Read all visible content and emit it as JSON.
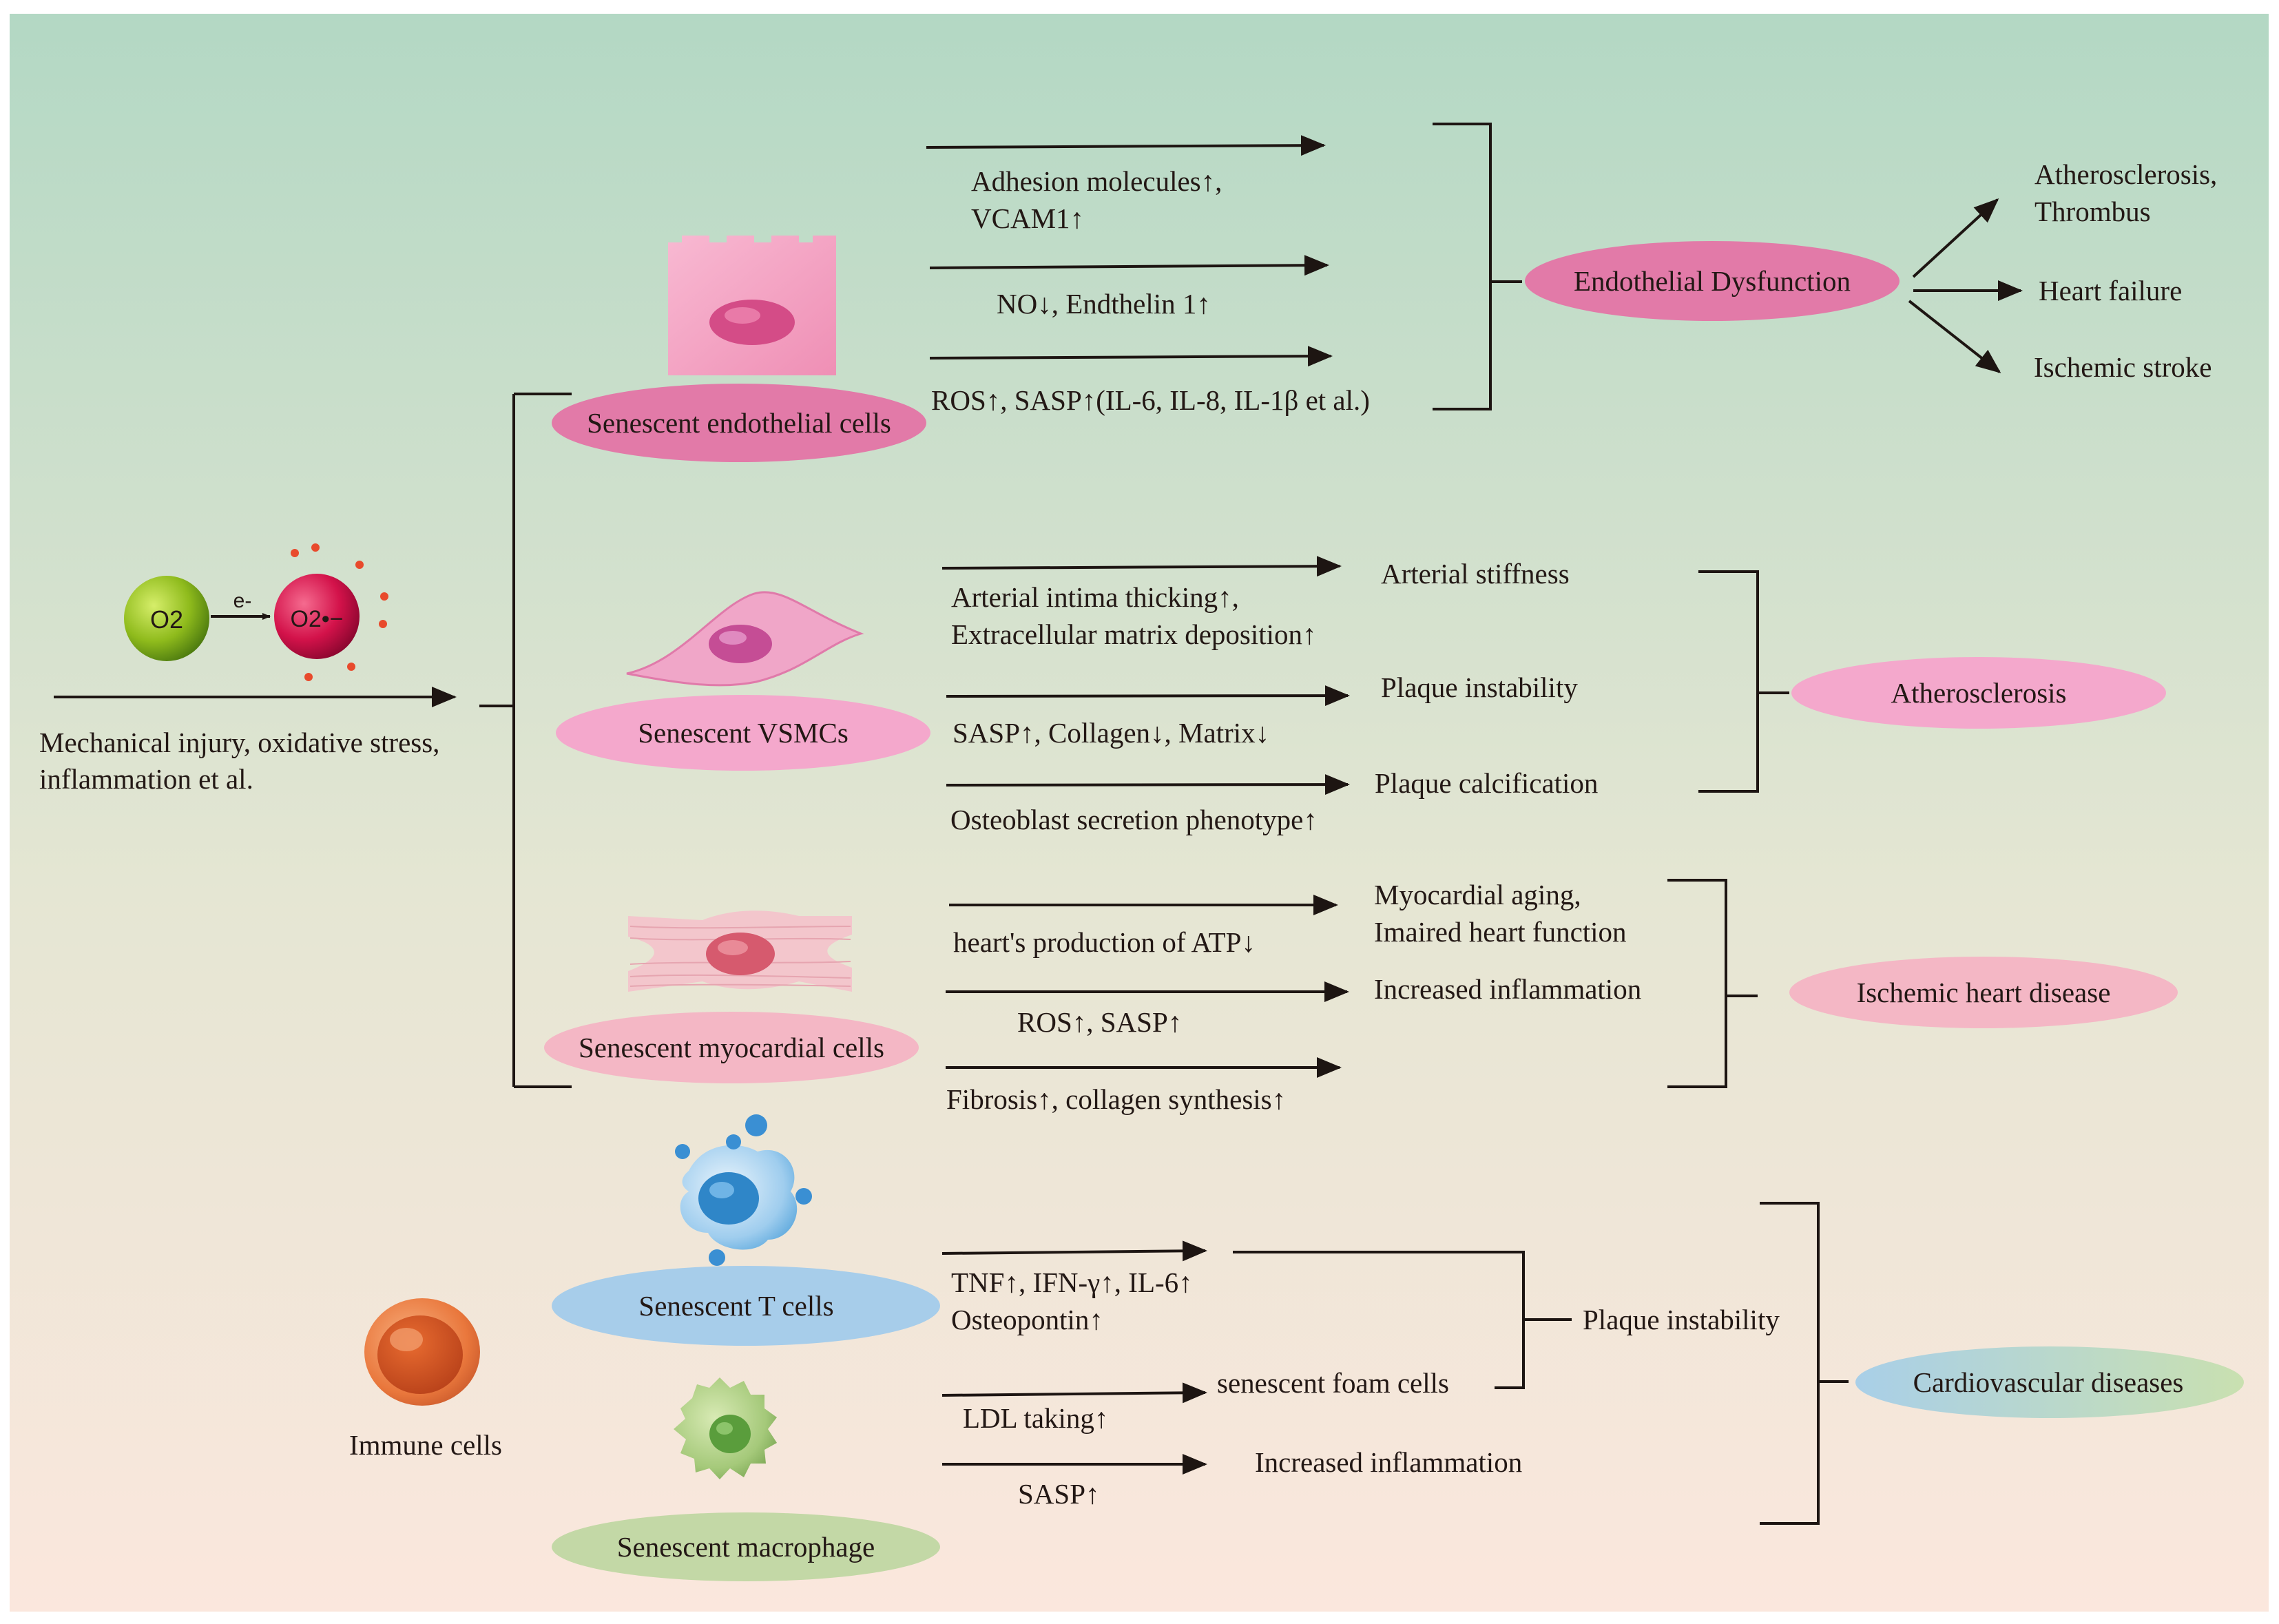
{
  "input": {
    "oxygen": "O2",
    "electron": "e-",
    "superoxide": "O2•−",
    "cause_line1": "Mechanical injury, oxidative stress,",
    "cause_line2": "inflammation et al."
  },
  "endothelial": {
    "cell_label": "Senescent endothelial cells",
    "effect1_line1": "Adhesion molecules↑,",
    "effect1_line2": "VCAM1↑",
    "effect2": "NO↓, Endthelin 1↑",
    "effect3": "ROS↑, SASP↑(IL-6, IL-8, IL-1β et al.)",
    "result": "Endothelial Dysfunction",
    "outcome1_line1": "Atherosclerosis,",
    "outcome1_line2": "Thrombus",
    "outcome2": "Heart failure",
    "outcome3": "Ischemic stroke"
  },
  "vsmc": {
    "cell_label": "Senescent VSMCs",
    "effect1_line1": "Arterial intima thicking↑,",
    "effect1_line2": "Extracellular matrix deposition↑",
    "effect2": "SASP↑, Collagen↓, Matrix↓",
    "effect3": "Osteoblast secretion phenotype↑",
    "consequence1": "Arterial stiffness",
    "consequence2": "Plaque instability",
    "consequence3": "Plaque calcification",
    "result": "Atherosclerosis"
  },
  "myocardial": {
    "cell_label": "Senescent myocardial cells",
    "effect1": "heart's production of ATP↓",
    "effect2": "ROS↑, SASP↑",
    "effect3": "Fibrosis↑, collagen synthesis↑",
    "consequence1_line1": "Myocardial aging,",
    "consequence1_line2": "Imaired heart function",
    "consequence2": "Increased inflammation",
    "result": "Ischemic heart disease"
  },
  "immune": {
    "group_label": "Immune cells",
    "tcell_label": "Senescent T cells",
    "macrophage_label": "Senescent macrophage",
    "tcell_effect_line1": "TNF↑, IFN-γ↑, IL-6↑",
    "tcell_effect_line2": "Osteopontin↑",
    "macro_effect1": "LDL taking↑",
    "macro_effect2": "SASP↑",
    "foam_cells": "senescent foam cells",
    "plaque": "Plaque instability",
    "inflammation": "Increased inflammation",
    "result": "Cardiovascular diseases"
  }
}
